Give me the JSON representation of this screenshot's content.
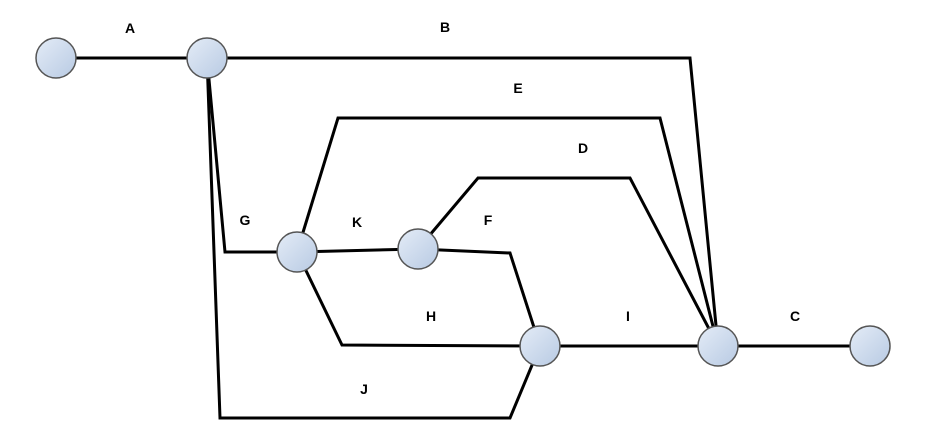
{
  "diagram": {
    "node_fill_light": "#e4ecf7",
    "node_fill_dark": "#b8cae3",
    "edges": [
      {
        "id": "A",
        "label": "A",
        "from": "n1",
        "to": "n2"
      },
      {
        "id": "B",
        "label": "B",
        "from": "n2",
        "to": "n6"
      },
      {
        "id": "E",
        "label": "E",
        "from": "n3",
        "to": "n6"
      },
      {
        "id": "D",
        "label": "D",
        "from": "n4",
        "to": "n6"
      },
      {
        "id": "G",
        "label": "G",
        "from": "n2",
        "to": "n3"
      },
      {
        "id": "K",
        "label": "K",
        "from": "n3",
        "to": "n4"
      },
      {
        "id": "F",
        "label": "F",
        "from": "n4",
        "to": "n5"
      },
      {
        "id": "H",
        "label": "H",
        "from": "n3",
        "to": "n5"
      },
      {
        "id": "I",
        "label": "I",
        "from": "n5",
        "to": "n6"
      },
      {
        "id": "C",
        "label": "C",
        "from": "n6",
        "to": "n7"
      },
      {
        "id": "J",
        "label": "J",
        "from": "n2",
        "to": "n5"
      }
    ]
  }
}
